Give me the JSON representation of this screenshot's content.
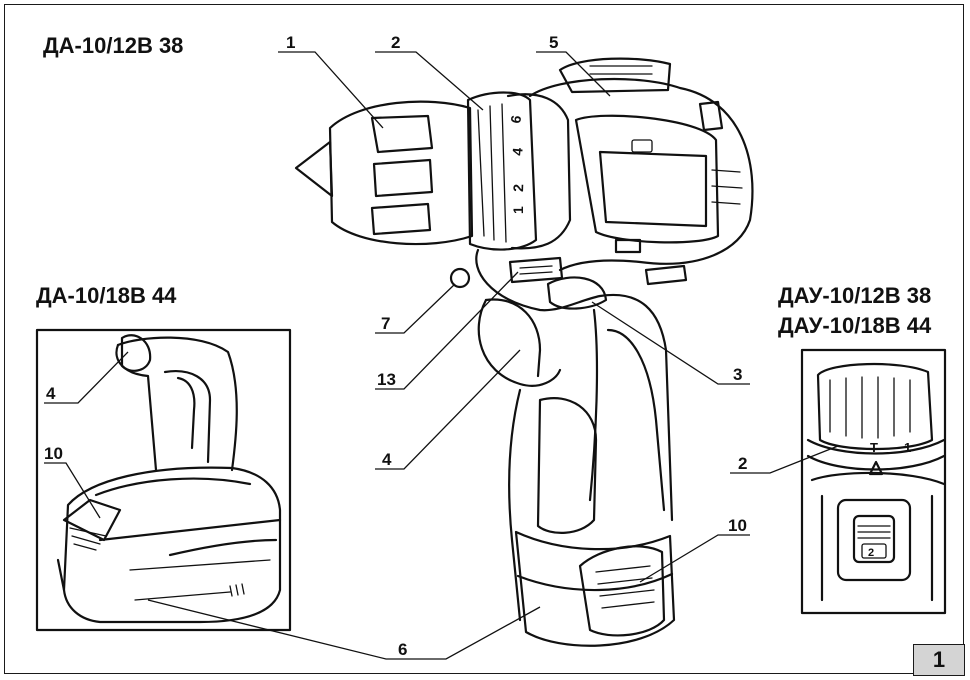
{
  "figure": {
    "number": "1"
  },
  "models": {
    "main": "ДА-10/12В 38",
    "inset_left": "ДА-10/18В 44",
    "inset_right_line1": "ДАУ-10/12В 38",
    "inset_right_line2": "ДАУ-10/18В 44"
  },
  "callouts": {
    "main": [
      "1",
      "2",
      "5",
      "7",
      "13",
      "3",
      "4",
      "10",
      "6"
    ],
    "inset_left": [
      "4",
      "10"
    ],
    "inset_right": [
      "2"
    ]
  },
  "torque_scale": {
    "main": [
      "6",
      "4",
      "2",
      "1"
    ],
    "inset_right": [
      "T",
      "1"
    ],
    "mode_label": "2"
  }
}
